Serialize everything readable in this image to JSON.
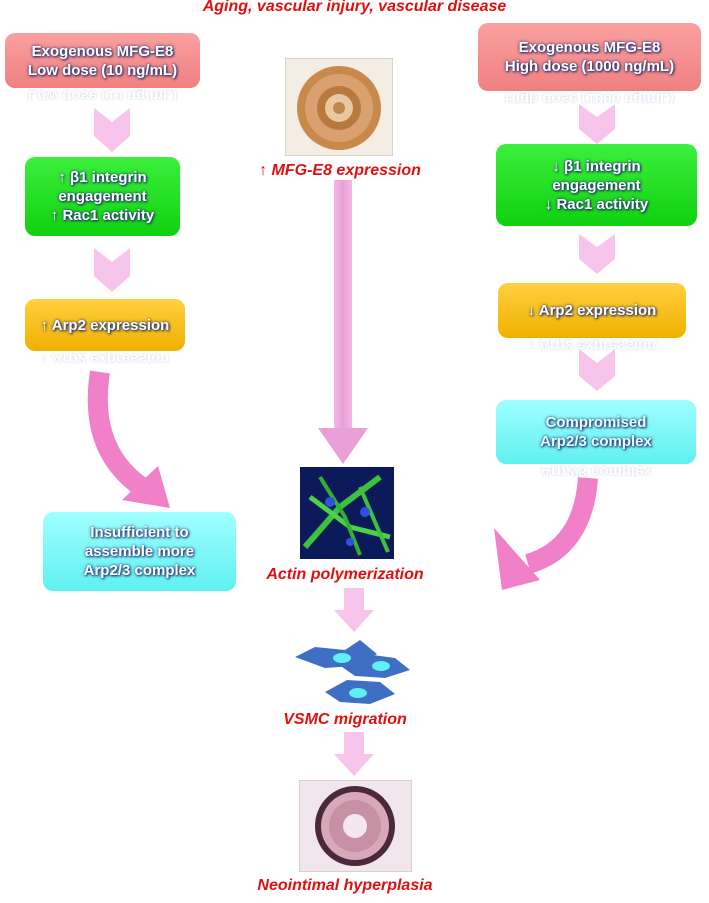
{
  "title": "Aging, vascular injury, vascular disease",
  "left": {
    "dose_box": "Exogenous MFG-E8\nLow dose (10 ng/mL)",
    "dose_reflection": "Low dose (10 ng/mL)",
    "integrin_box": "↑ β1 integrin\nengagement\n↑ Rac1 activity",
    "arp2_box": "↑ Arp2 expression",
    "arp2_reflection": "↑ Arp2 expression",
    "result_box": "Insufficient to\nassemble more\nArp2/3 complex"
  },
  "right": {
    "dose_box": "Exogenous MFG-E8\nHigh dose (1000 ng/mL)",
    "dose_reflection": "High dose (1000 ng/mL)",
    "integrin_box": "↓ β1 integrin\nengagement\n↓ Rac1 activity",
    "arp2_box": "↓ Arp2 expression",
    "arp2_reflection": "↓ Arp2 expression",
    "result_box": "Compromised\nArp2/3 complex",
    "result_reflection": "Arp2/3 complex"
  },
  "center": {
    "mfge8_label": "↑ MFG-E8 expression",
    "actin_label": "Actin polymerization",
    "vsmc_label": "VSMC migration",
    "neointimal_label": "Neointimal hyperplasia"
  },
  "colors": {
    "label_red": "#e01010",
    "arrow_pink": "#f6b4e8",
    "curved_arrow": "#f080c8"
  }
}
